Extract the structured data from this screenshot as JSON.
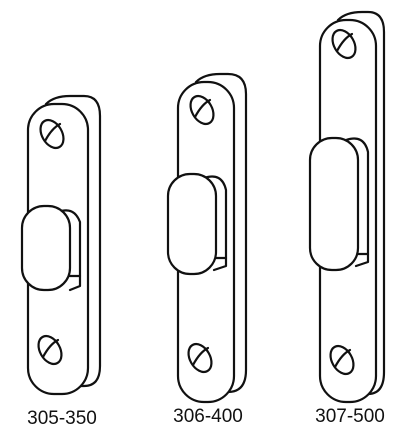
{
  "parts": [
    {
      "label": "305-350"
    },
    {
      "label": "306-400"
    },
    {
      "label": "307-500"
    }
  ],
  "colors": {
    "stroke": "#111111",
    "background": "#ffffff"
  }
}
